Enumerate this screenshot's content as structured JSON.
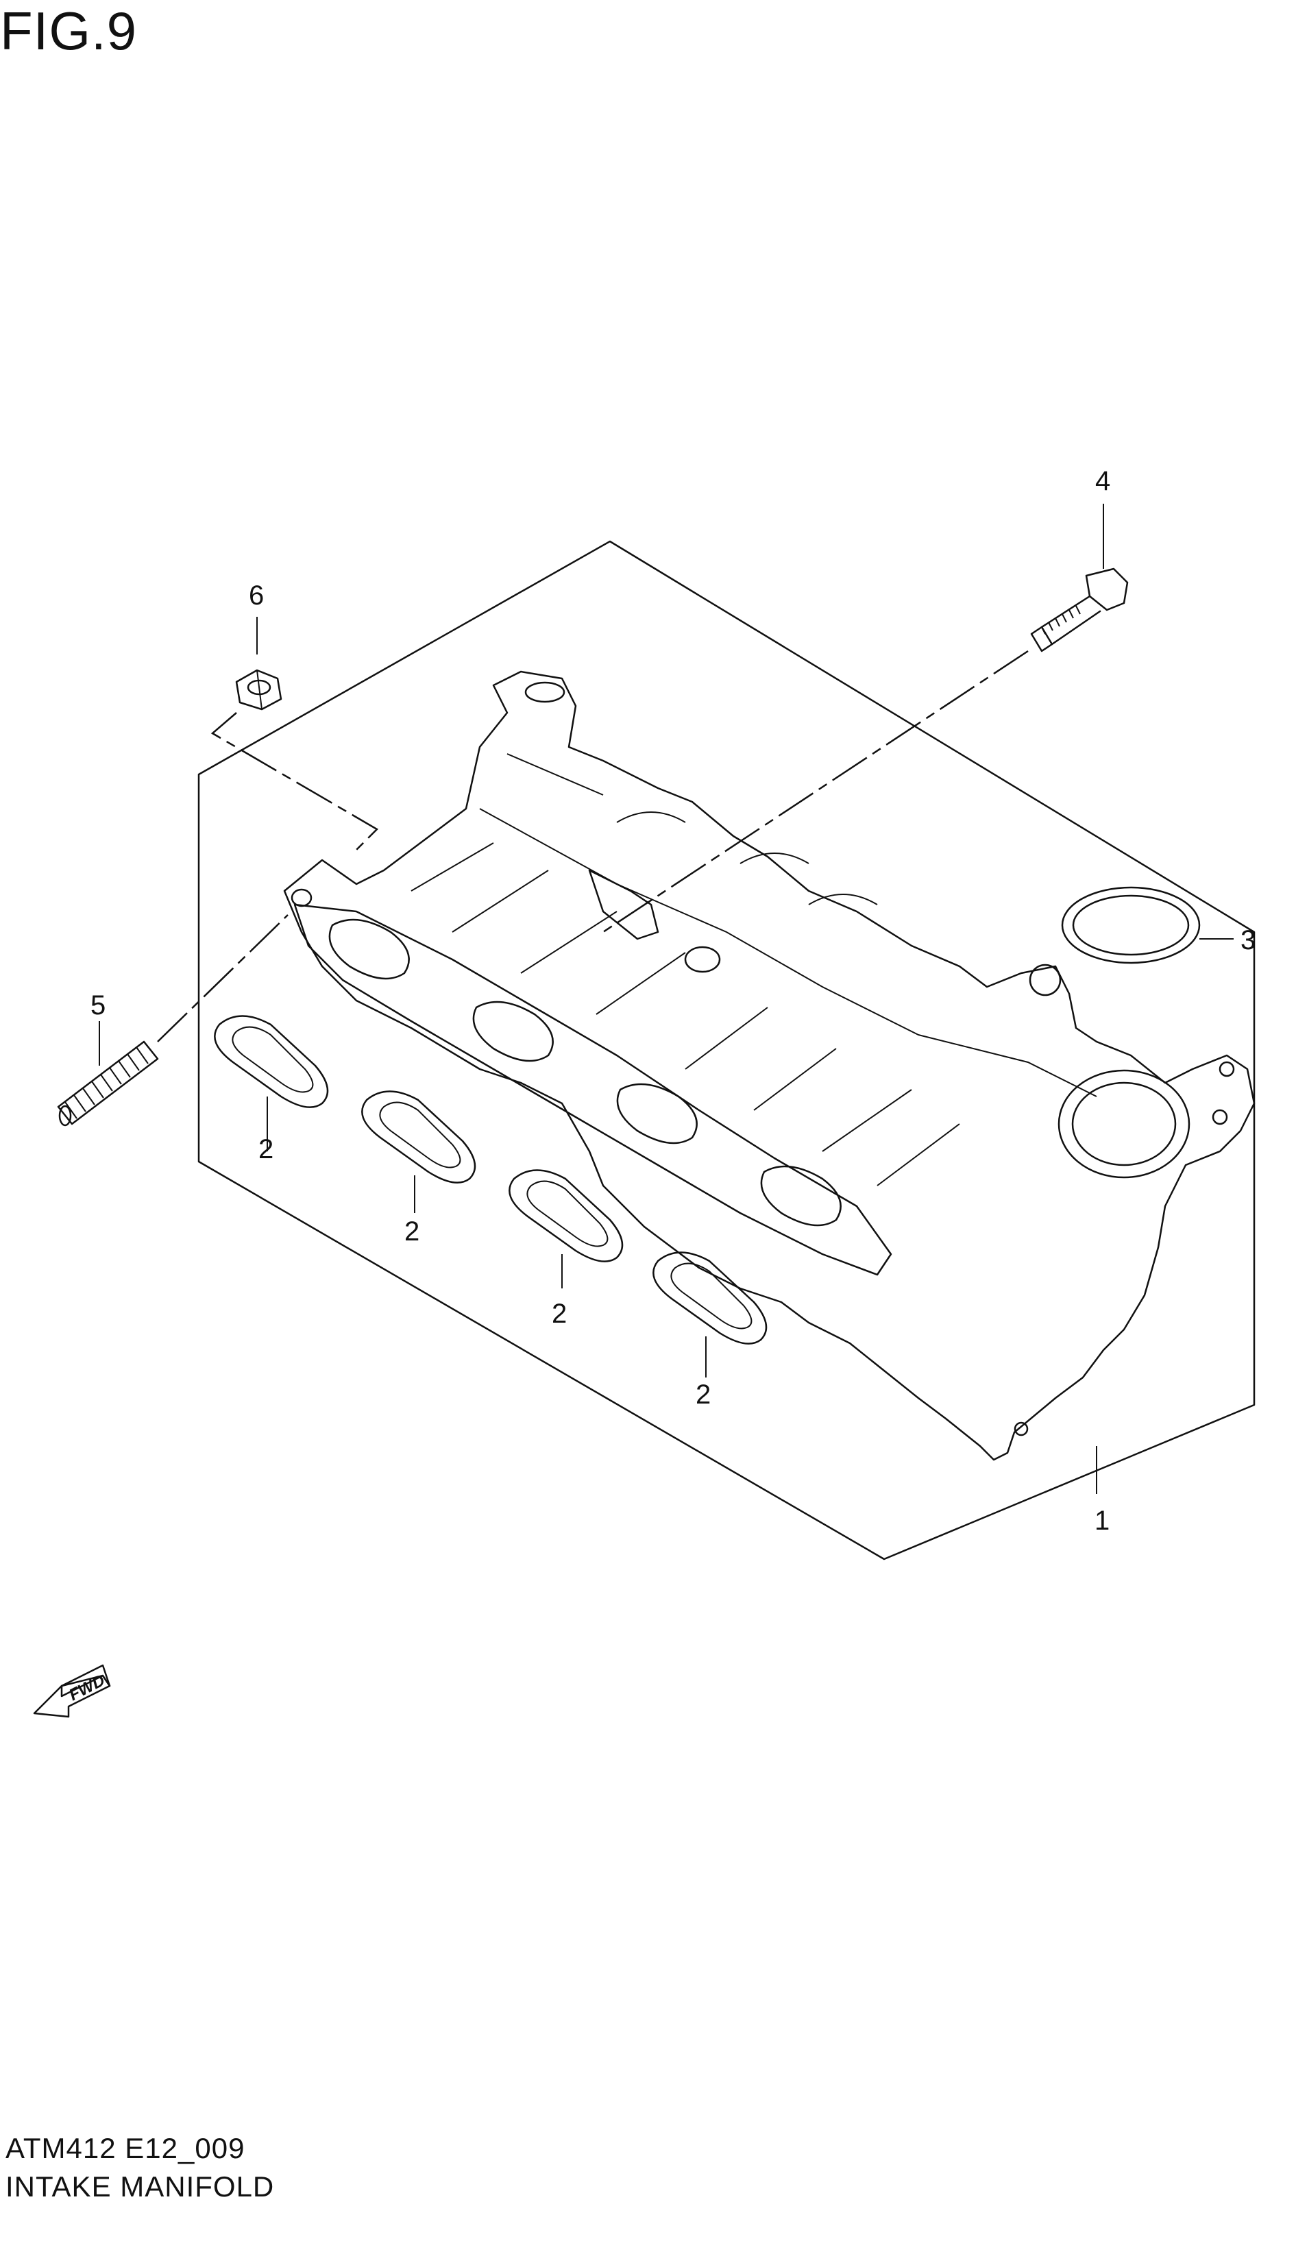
{
  "figure": {
    "title": "FIG.9"
  },
  "footer": {
    "code": "ATM412 E12_009",
    "name": "INTAKE MANIFOLD"
  },
  "callouts": [
    "1",
    "2",
    "2",
    "2",
    "2",
    "3",
    "4",
    "5",
    "6"
  ],
  "fwd_label": "FWD"
}
